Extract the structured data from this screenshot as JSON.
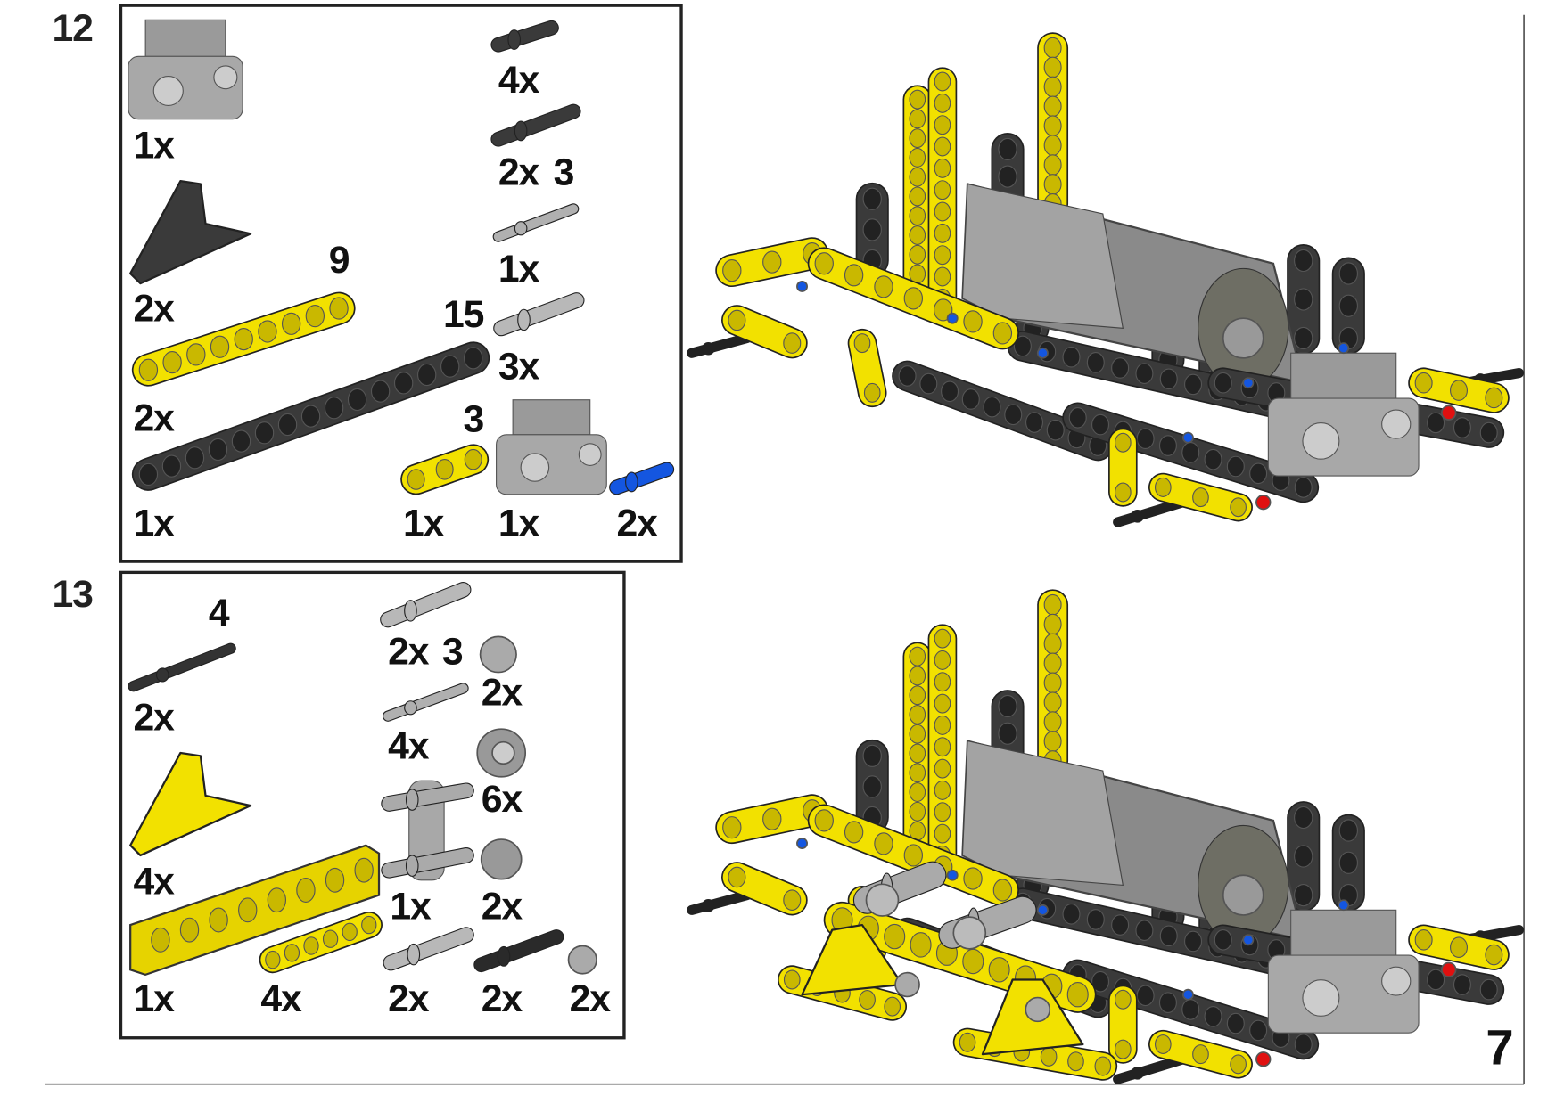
{
  "page_number": "7",
  "colors": {
    "yellow": "#f2e100",
    "dark": "#3a3a3a",
    "grey": "#a8a8a8",
    "blue": "#1456e0",
    "red": "#e01010"
  },
  "step12": {
    "number": "12",
    "parts": [
      {
        "name": "motor-housing",
        "qty": "1x"
      },
      {
        "name": "black-triangle-liftarm",
        "qty": "2x"
      },
      {
        "name": "yellow-beam-9",
        "qty": "2x",
        "length": "9"
      },
      {
        "name": "black-beam-15",
        "qty": "1x",
        "length": "15"
      },
      {
        "name": "yellow-beam-3",
        "qty": "1x",
        "length": "3"
      },
      {
        "name": "motor-housing-2",
        "qty": "1x"
      },
      {
        "name": "blue-pin",
        "qty": "2x"
      },
      {
        "name": "black-pin",
        "qty": "4x"
      },
      {
        "name": "black-long-pin",
        "qty": "2x",
        "length": "3"
      },
      {
        "name": "grey-axle",
        "qty": "1x"
      },
      {
        "name": "grey-pin",
        "qty": "3x"
      }
    ]
  },
  "step13": {
    "number": "13",
    "parts": [
      {
        "name": "black-axle-4",
        "qty": "2x",
        "length": "4"
      },
      {
        "name": "yellow-triangle-liftarm",
        "qty": "4x"
      },
      {
        "name": "yellow-technic-brick",
        "qty": "1x"
      },
      {
        "name": "yellow-beam",
        "qty": "4x"
      },
      {
        "name": "grey-long-pin",
        "qty": "2x",
        "length": "3"
      },
      {
        "name": "grey-axle",
        "qty": "4x"
      },
      {
        "name": "grey-pin-connector",
        "qty": "1x"
      },
      {
        "name": "grey-bush",
        "qty": "2x"
      },
      {
        "name": "grey-pulley-wheel",
        "qty": "6x"
      },
      {
        "name": "grey-gear",
        "qty": "2x"
      },
      {
        "name": "grey-pin",
        "qty": "2x"
      },
      {
        "name": "black-pin",
        "qty": "2x"
      },
      {
        "name": "grey-half-bush",
        "qty": "2x"
      }
    ]
  }
}
